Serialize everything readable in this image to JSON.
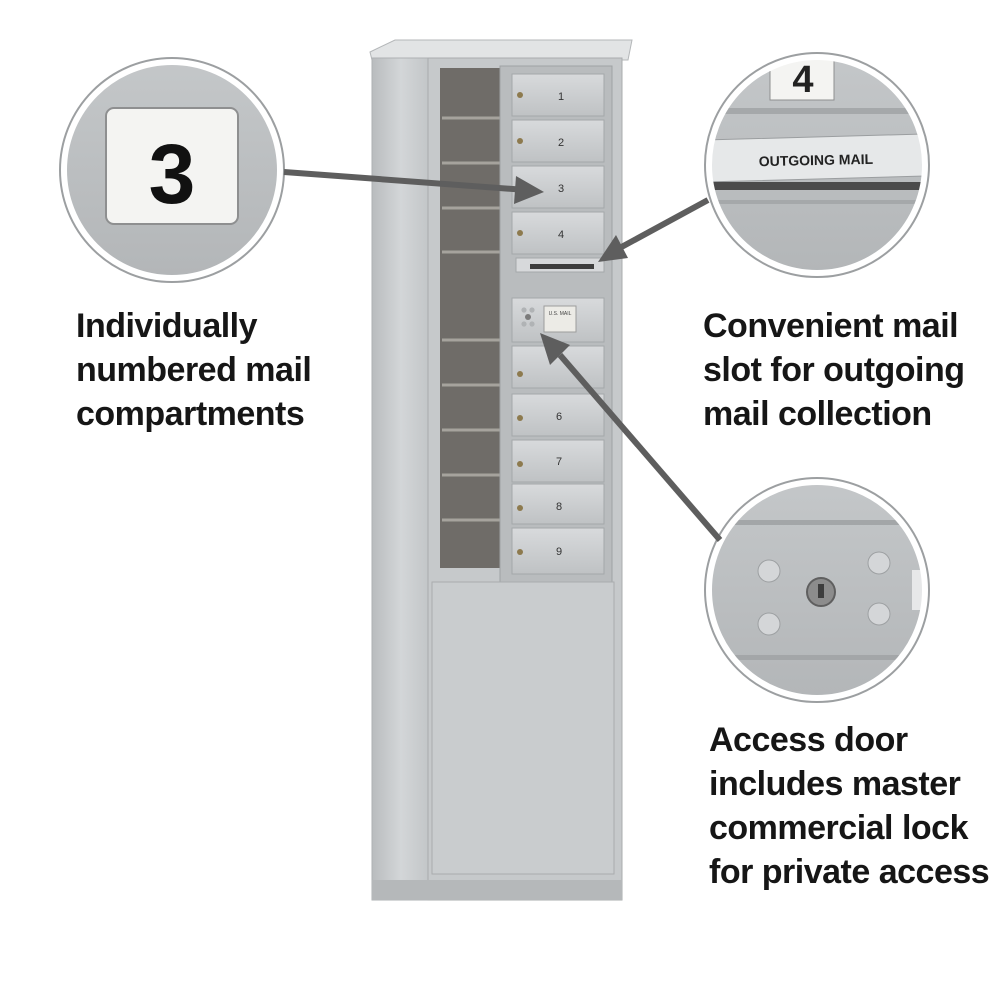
{
  "callouts": {
    "compartments": {
      "lines": [
        "Individually",
        "numbered mail",
        "compartments"
      ],
      "zoom_number": "3"
    },
    "outgoing": {
      "lines": [
        "Convenient mail",
        "slot for outgoing",
        "mail collection"
      ],
      "zoom_number": "4",
      "zoom_label": "OUTGOING MAIL"
    },
    "access": {
      "lines": [
        "Access door",
        "includes master",
        "commercial lock",
        "for private access"
      ]
    }
  },
  "mailbox": {
    "upper_doors": [
      "1",
      "2",
      "3",
      "4"
    ],
    "lower_doors": [
      "6",
      "7",
      "8",
      "9"
    ],
    "access_door_label": "U.S. MAIL"
  },
  "colors": {
    "cabinet": "#c9ccce",
    "cabinet_shadow": "#a9acae",
    "arrow": "#5e5e5e",
    "text": "#161616"
  }
}
